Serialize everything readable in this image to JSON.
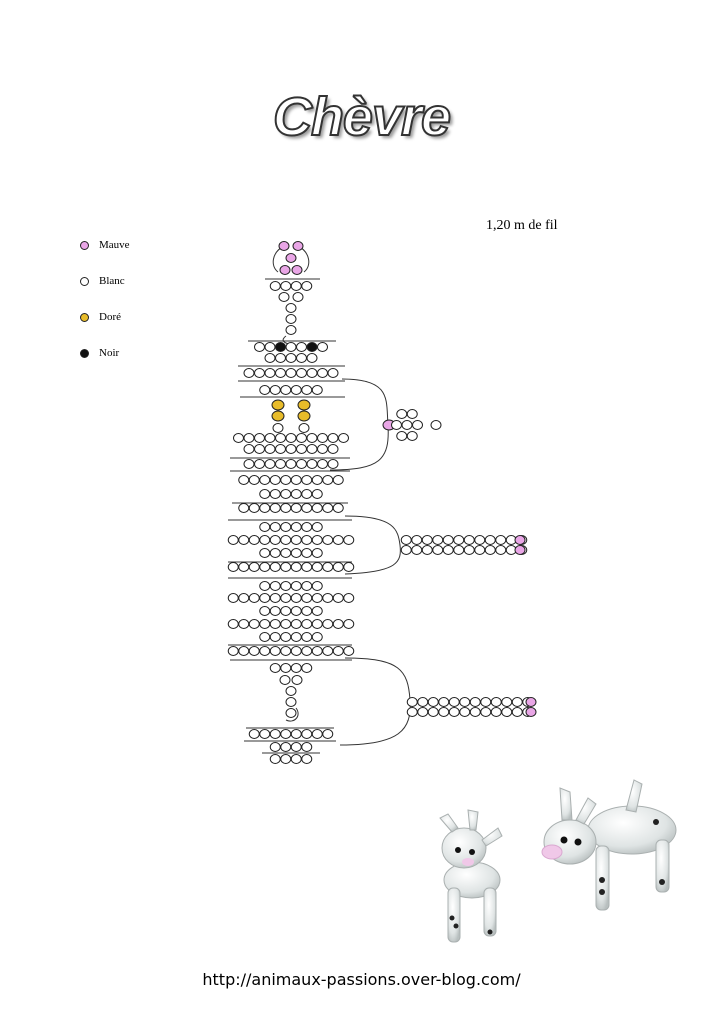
{
  "title": "Chèvre",
  "wire_length": "1,20 m de fil",
  "legend": [
    {
      "label": "Mauve",
      "color": "#e9a6e6"
    },
    {
      "label": "Blanc",
      "color": "#ffffff"
    },
    {
      "label": "Doré",
      "color": "#e8bc2a"
    },
    {
      "label": "Noir",
      "color": "#111111"
    }
  ],
  "footer_url": "http://animaux-passions.over-blog.com/"
}
